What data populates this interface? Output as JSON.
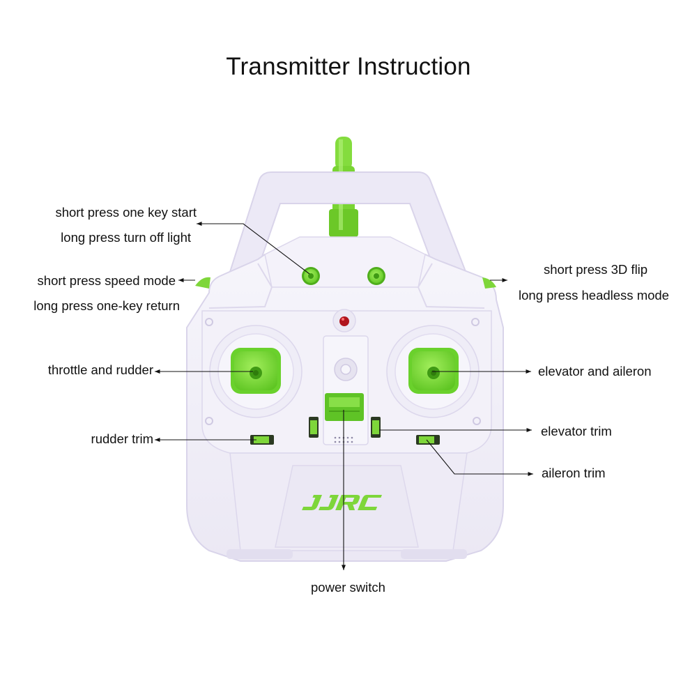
{
  "title": "Transmitter Instruction",
  "labels": {
    "start_short": "short press one key start",
    "start_long": "long press turn off light",
    "speed_short": "short press speed mode",
    "speed_long": "long press one-key return",
    "flip_short": "short press 3D flip",
    "flip_long": "long press headless mode",
    "throttle": "throttle and rudder",
    "elevator_aileron": "elevator and aileron",
    "rudder_trim": "rudder trim",
    "elevator_trim": "elevator trim",
    "aileron_trim": "aileron trim",
    "power_switch": "power switch"
  },
  "logo_text": "JJRC",
  "colors": {
    "accent_green": "#7ed63a",
    "body_white": "#f1eff8",
    "shadow_lilac": "#d9d4ea",
    "indicator_red": "#b0151d"
  }
}
